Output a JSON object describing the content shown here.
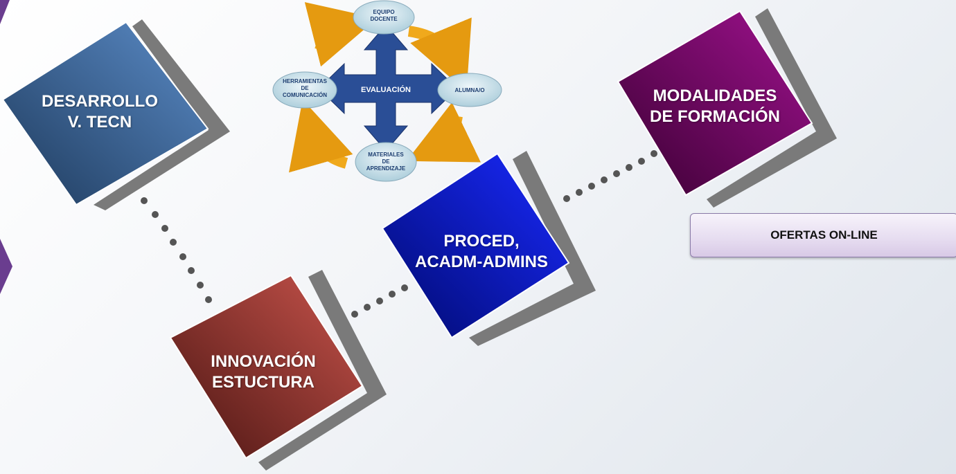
{
  "diagram": {
    "nodes": [
      {
        "id": "desarrollo",
        "lines": [
          "DESARROLLO",
          "V. TECN"
        ],
        "color_from": "#5b8cc8",
        "color_to": "#1e3a5c"
      },
      {
        "id": "innovacion",
        "lines": [
          "INNOVACIÓN",
          "ESTUCTURA"
        ],
        "color_from": "#c9544c",
        "color_to": "#4a1512"
      },
      {
        "id": "proced",
        "lines": [
          "PROCED,",
          "ACADM-ADMINS"
        ],
        "color_from": "#1a2aff",
        "color_to": "#000a6e"
      },
      {
        "id": "modalidades",
        "lines": [
          "MODALIDADES",
          "DE FORMACIÓN"
        ],
        "color_from": "#a0128f",
        "color_to": "#3a0032"
      }
    ],
    "connectors": [
      {
        "from": "desarrollo",
        "to": "innovacion",
        "style": "dotted"
      },
      {
        "from": "innovacion",
        "to": "proced",
        "style": "dotted"
      },
      {
        "from": "proced",
        "to": "modalidades",
        "style": "dotted"
      }
    ],
    "offer_box": {
      "label": "OFERTAS ON-LINE"
    },
    "cycle_graphic": {
      "center": "EVALUACIÓN",
      "top": [
        "EQUIPO",
        "DOCENTE"
      ],
      "right": [
        "ALUMNA/O"
      ],
      "bottom": [
        "MATERIALES",
        "DE",
        "APRENDIZAJE"
      ],
      "left": [
        "HERRAMIENTAS",
        "DE",
        "COMUNICACIÓN"
      ]
    },
    "colors": {
      "shadow": "#777777",
      "dot": "#555555",
      "arrow_orange": "#f0a91c",
      "arrow_blue": "#2a4e96",
      "oval": "#cfe3ec"
    }
  }
}
